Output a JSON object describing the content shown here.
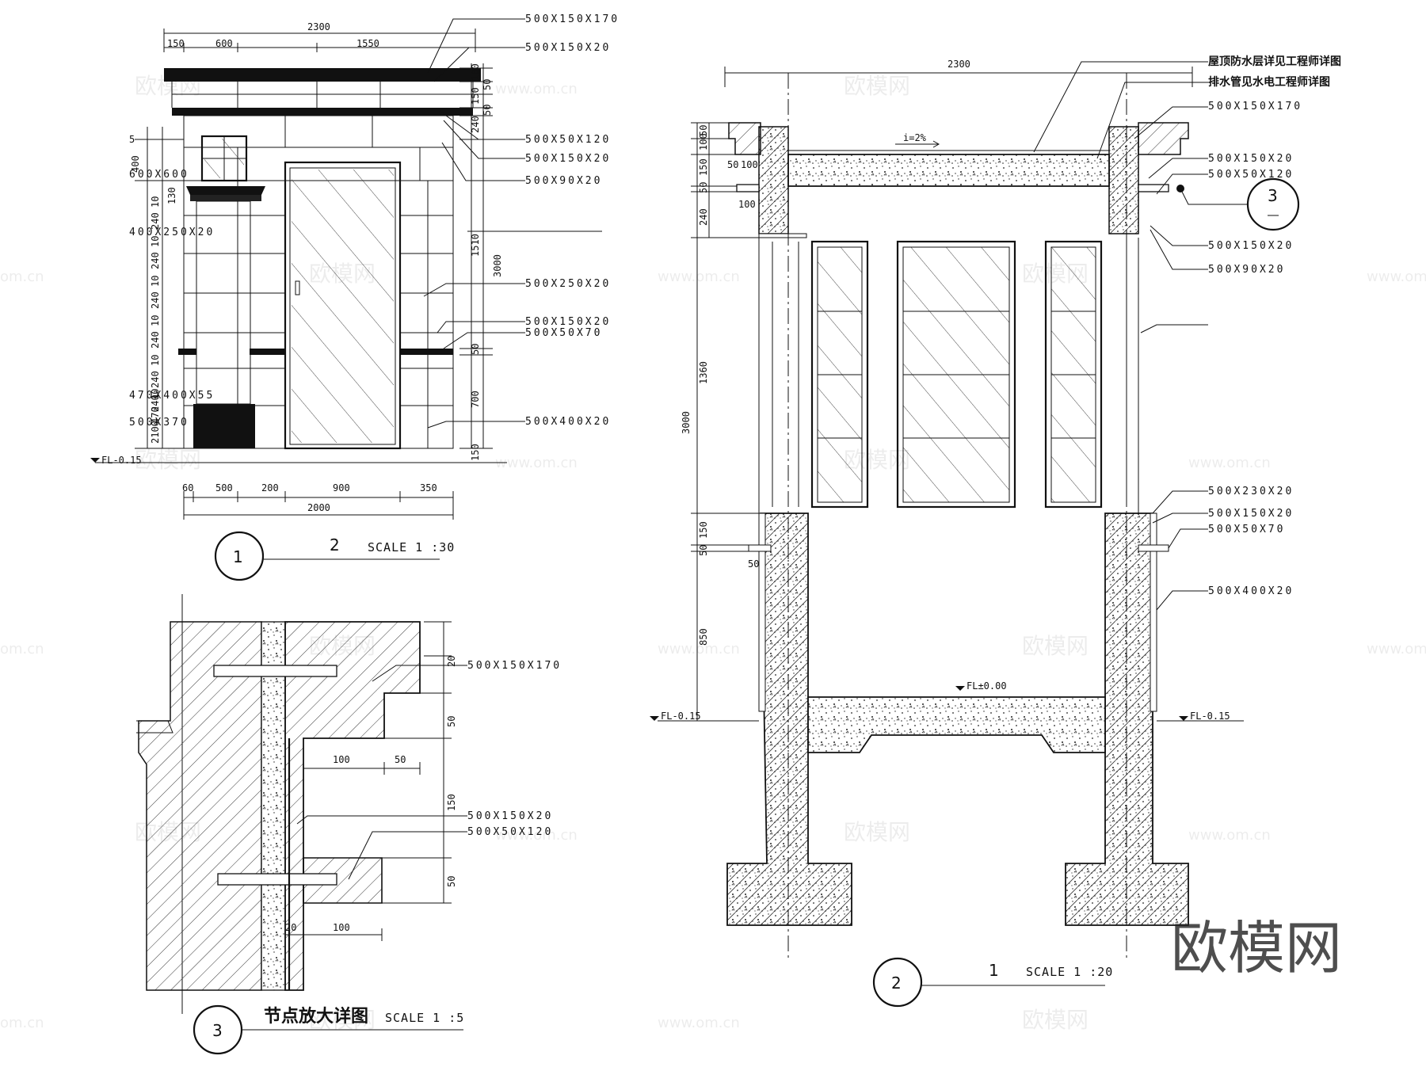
{
  "elevation": {
    "top_dims": [
      "2300",
      "150",
      "600",
      "1550"
    ],
    "bottom_dims": [
      "60",
      "500",
      "200",
      "900",
      "350",
      "2000"
    ],
    "left_dims": [
      "5",
      "400",
      "130",
      "10",
      "240",
      "10",
      "240",
      "10",
      "240",
      "10",
      "240",
      "10",
      "240",
      "10",
      "240",
      "470",
      "2100"
    ],
    "left_labels": [
      "600X600",
      "400X250X20",
      "470X400X55",
      "500X370"
    ],
    "right_dims": [
      "100",
      "150",
      "50",
      "50",
      "240",
      "1510",
      "3000",
      "50",
      "700",
      "150"
    ],
    "labels": [
      "500X150X170",
      "500X150X20",
      "500X50X120",
      "500X150X20",
      "500X90X20",
      "500X250X20",
      "500X150X20",
      "500X50X70",
      "500X400X20"
    ],
    "level": "FL-0.15",
    "caption_num": "1",
    "caption_ref": "2",
    "caption_scale": "SCALE 1 :30"
  },
  "section": {
    "top_dim": "2300",
    "slope": "i=2%",
    "notes_cn": [
      "屋顶防水层详见工程师详图",
      "排水管见水电工程师详图"
    ],
    "labels_upper": [
      "500X150X170",
      "500X150X20",
      "500X50X120",
      "500X150X20",
      "500X90X20"
    ],
    "labels_lower": [
      "500X230X20",
      "500X150X20",
      "500X50X70",
      "500X400X20"
    ],
    "left_dims": [
      "50",
      "100",
      "50",
      "100",
      "150",
      "50",
      "100",
      "240",
      "1360",
      "3000",
      "150",
      "50",
      "50",
      "850"
    ],
    "callout": "3",
    "level_left": "FL-0.15",
    "level_right": "FL-0.15",
    "level_floor": "FL±0.00",
    "caption_num": "2",
    "caption_ref": "1",
    "caption_scale": "SCALE 1 :20"
  },
  "detail": {
    "dims": [
      "20",
      "50",
      "100",
      "50",
      "150",
      "50",
      "20",
      "100"
    ],
    "labels": [
      "500X150X170",
      "500X150X20",
      "500X50X120"
    ],
    "caption_num": "3",
    "caption_title": "节点放大详图",
    "caption_scale": "SCALE 1 :5"
  },
  "watermarks": [
    "欧模网",
    "www.om.cn",
    "om.cn"
  ],
  "brand": "欧模网"
}
